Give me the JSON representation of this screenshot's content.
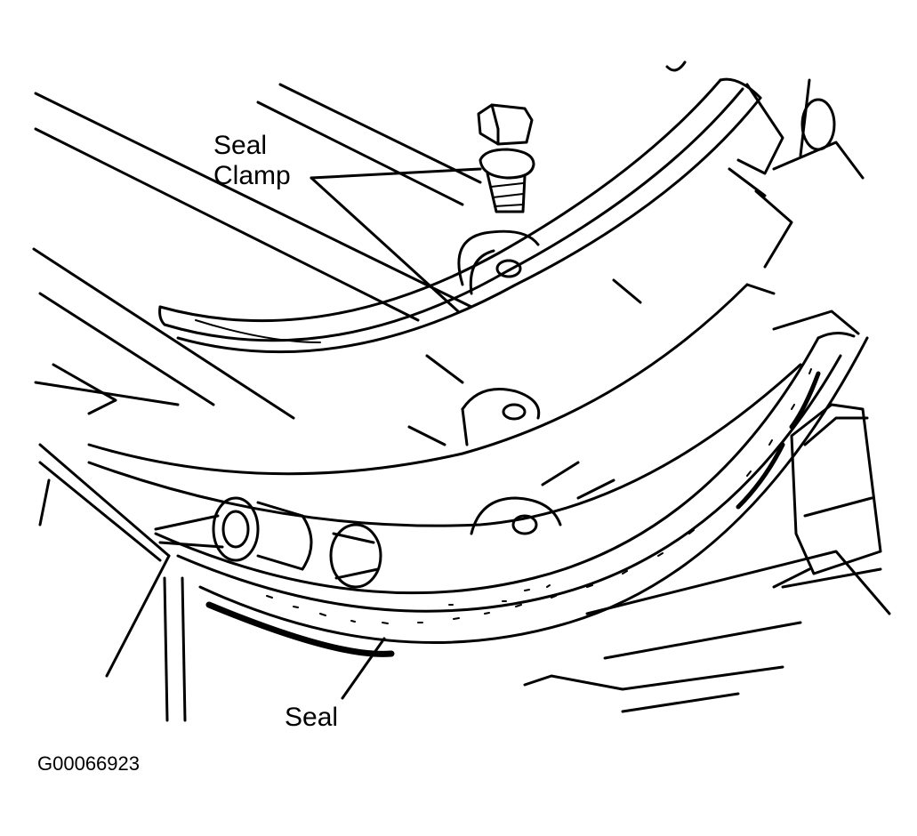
{
  "labels": {
    "seal_clamp_line1": "Seal",
    "seal_clamp_line2": "Clamp",
    "seal": "Seal"
  },
  "figure_id": "G00066923",
  "colors": {
    "ink": "#000000",
    "paper": "#ffffff"
  }
}
